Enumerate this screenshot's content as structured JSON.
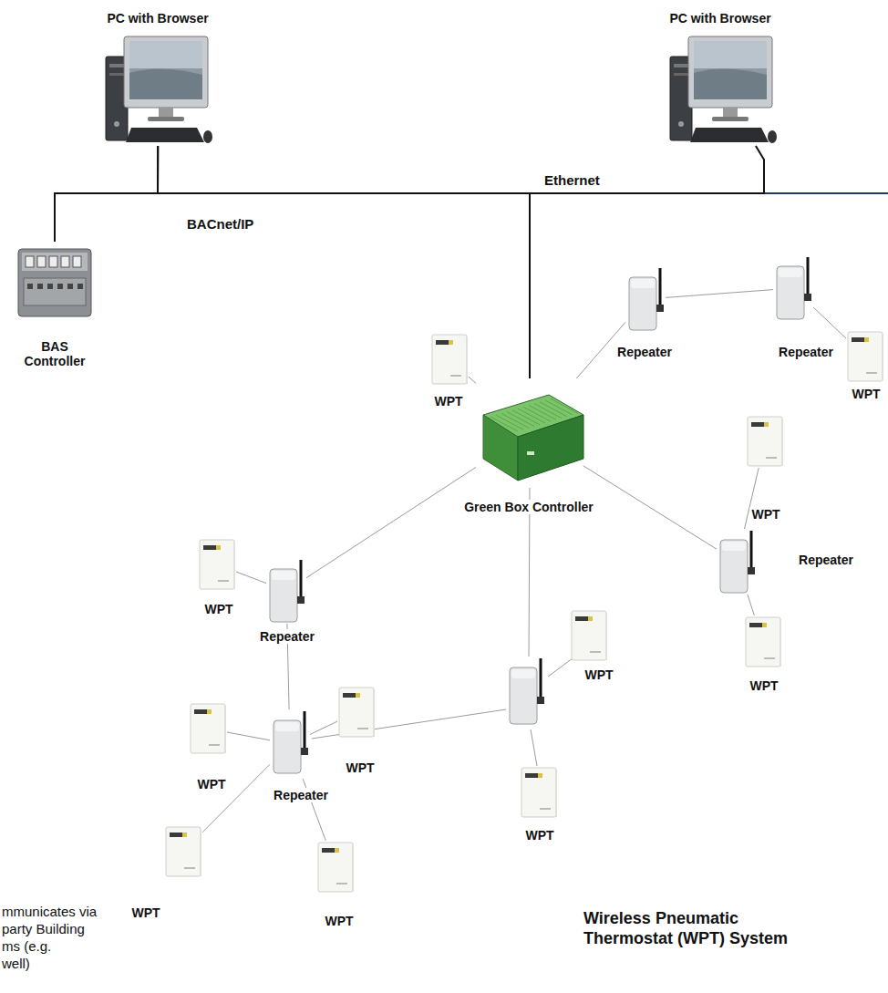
{
  "diagram": {
    "title": "Wireless Pneumatic Thermostat (WPT) System",
    "nodes": [
      {
        "text": [
          "PC with Browser"
        ]
      },
      {
        "text": [
          "PC with Browser"
        ]
      },
      {
        "text": [
          "BAS Controller"
        ]
      },
      {
        "text": [
          "Green Box Controller"
        ]
      },
      {
        "text": [
          "Repeater"
        ]
      },
      {
        "text": [
          "Repeater"
        ]
      },
      {
        "text": [
          "WPT"
        ]
      },
      {
        "text": [
          "WPT"
        ]
      },
      {
        "text": [
          "WPT"
        ]
      },
      {
        "text": [
          "Repeater"
        ]
      },
      {
        "text": [
          "WPT"
        ]
      },
      {
        "text": [
          "Repeater"
        ]
      },
      {
        "text": [
          "WPT"
        ]
      },
      {
        "text": [
          "WPT"
        ]
      },
      {
        "text": [
          "WPT"
        ]
      },
      {
        "text": [
          "Repeater"
        ]
      },
      {
        "text": [
          "WPT"
        ]
      },
      {
        "text": [
          "WPT"
        ]
      },
      {
        "text": [
          "WPT"
        ]
      },
      {
        "text": [
          "WPT"
        ]
      }
    ],
    "edges": [
      {
        "from": 0,
        "to": 2,
        "arrow": "none"
      },
      {
        "from": 0,
        "to": 3,
        "arrow": "none"
      },
      {
        "from": 3,
        "to": 1,
        "arrow": "none"
      },
      {
        "from": 3,
        "to": 7,
        "arrow": "none"
      },
      {
        "from": 3,
        "to": 4,
        "arrow": "none"
      },
      {
        "from": 4,
        "to": 5,
        "arrow": "none"
      },
      {
        "from": 5,
        "to": 6,
        "arrow": "none"
      },
      {
        "from": 3,
        "to": 9,
        "arrow": "none"
      },
      {
        "from": 9,
        "to": 8,
        "arrow": "none"
      },
      {
        "from": 9,
        "to": 10,
        "arrow": "none"
      },
      {
        "from": 3,
        "to": 11,
        "arrow": "none"
      },
      {
        "from": 11,
        "to": 12,
        "arrow": "none"
      },
      {
        "from": 11,
        "to": 15,
        "arrow": "none"
      },
      {
        "from": 15,
        "to": 16,
        "arrow": "none"
      },
      {
        "from": 15,
        "to": 17,
        "arrow": "none"
      },
      {
        "from": 15,
        "to": 18,
        "arrow": "none"
      },
      {
        "from": 15,
        "to": 19,
        "arrow": "none"
      }
    ],
    "labels": [
      "Ethernet",
      "BACnet/IP",
      "mmunicates via",
      "party Building",
      "ms (e.g.",
      "well)"
    ]
  }
}
